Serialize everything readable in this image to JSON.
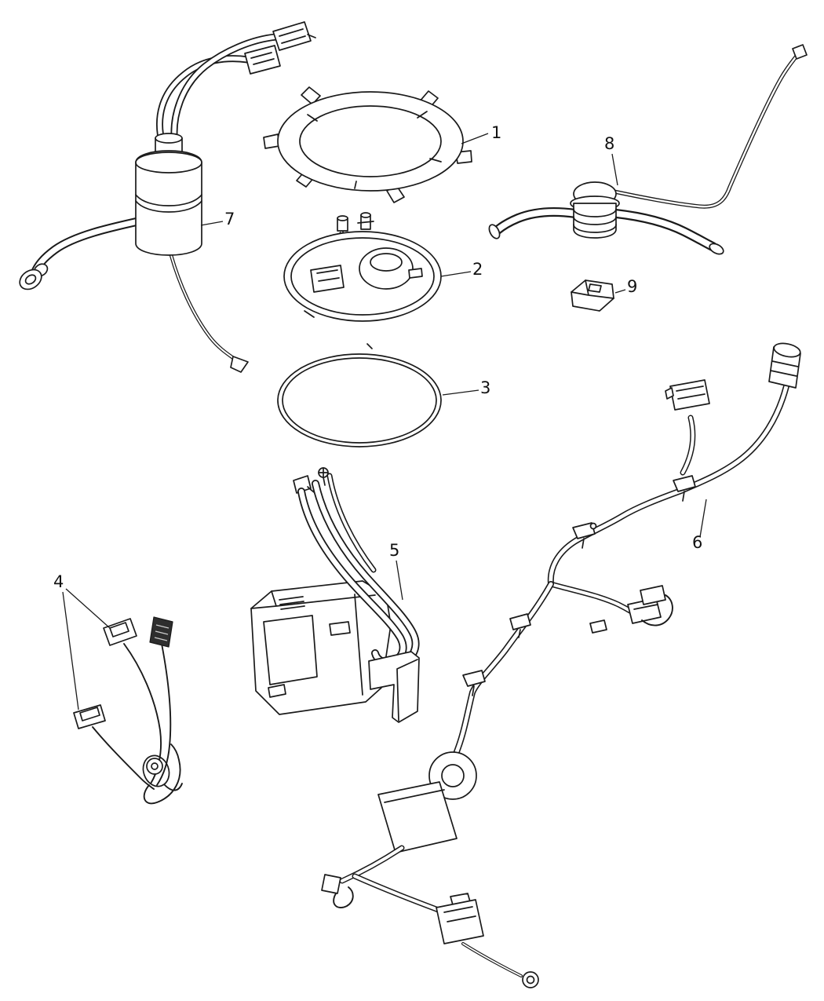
{
  "diagram": {
    "figure_type": "exploded-parts-diagram",
    "background_color": "#ffffff",
    "line_color": "#1a1a1a",
    "callouts": [
      {
        "label": "1",
        "part": "lock-ring"
      },
      {
        "label": "2",
        "part": "fuel-pump-module-plate"
      },
      {
        "label": "3",
        "part": "o-ring-seal"
      },
      {
        "label": "4",
        "part": "fuel-level-sensor-wiring"
      },
      {
        "label": "5",
        "part": "fuel-pump-and-reservoir-assembly"
      },
      {
        "label": "6",
        "part": "fuel-tank-wiring-harness"
      },
      {
        "label": "7",
        "part": "fuel-filter-with-lines"
      },
      {
        "label": "8",
        "part": "check-valve-with-hoses"
      },
      {
        "label": "9",
        "part": "connector-cover"
      }
    ]
  }
}
